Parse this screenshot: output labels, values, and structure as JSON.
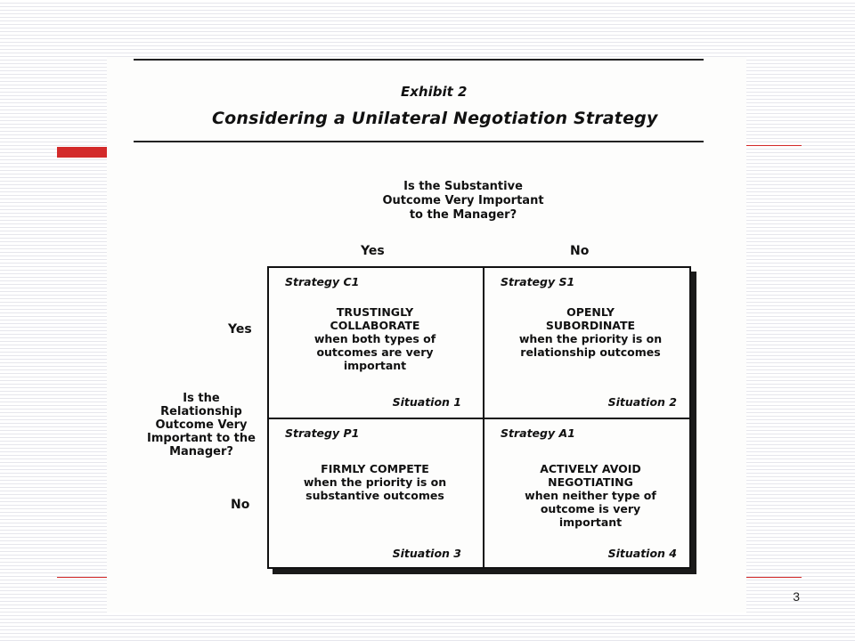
{
  "slide": {
    "page_number": "3",
    "accent_color": "#d32a2a"
  },
  "exhibit": {
    "label": "Exhibit 2",
    "title": "Considering a Unilateral Negotiation Strategy",
    "column_question": [
      "Is the Substantive",
      "Outcome Very Important",
      "to the Manager?"
    ],
    "column_headers": [
      "Yes",
      "No"
    ],
    "row_question": [
      "Is the",
      "Relationship",
      "Outcome Very",
      "Important to the",
      "Manager?"
    ],
    "row_headers": [
      "Yes",
      "No"
    ],
    "cells": [
      {
        "strategy": "Strategy C1",
        "headline": [
          "TRUSTINGLY",
          "COLLABORATE"
        ],
        "description": [
          "when both types of",
          "outcomes are very",
          "important"
        ],
        "situation": "Situation 1"
      },
      {
        "strategy": "Strategy S1",
        "headline": [
          "OPENLY",
          "SUBORDINATE"
        ],
        "description": [
          "when the priority is on",
          "relationship outcomes"
        ],
        "situation": "Situation 2"
      },
      {
        "strategy": "Strategy P1",
        "headline": [
          "FIRMLY COMPETE"
        ],
        "description": [
          "when the priority is on",
          "substantive outcomes"
        ],
        "situation": "Situation 3"
      },
      {
        "strategy": "Strategy A1",
        "headline": [
          "ACTIVELY AVOID",
          "NEGOTIATING"
        ],
        "description": [
          "when neither type of",
          "outcome is very",
          "important"
        ],
        "situation": "Situation 4"
      }
    ]
  }
}
